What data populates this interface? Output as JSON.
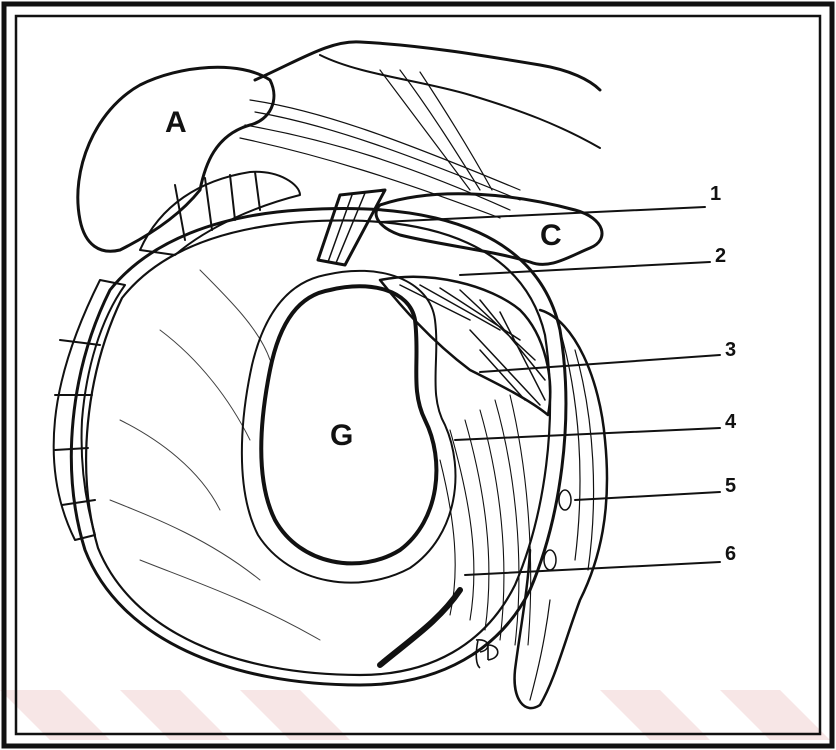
{
  "structures": {
    "A": "A",
    "C": "C",
    "G": "G"
  },
  "callouts": [
    "1",
    "2",
    "3",
    "4",
    "5",
    "6"
  ],
  "signature": "PD",
  "colors": {
    "ink": "#111111",
    "paper": "#ffffff",
    "watermark": "#f3dada"
  }
}
